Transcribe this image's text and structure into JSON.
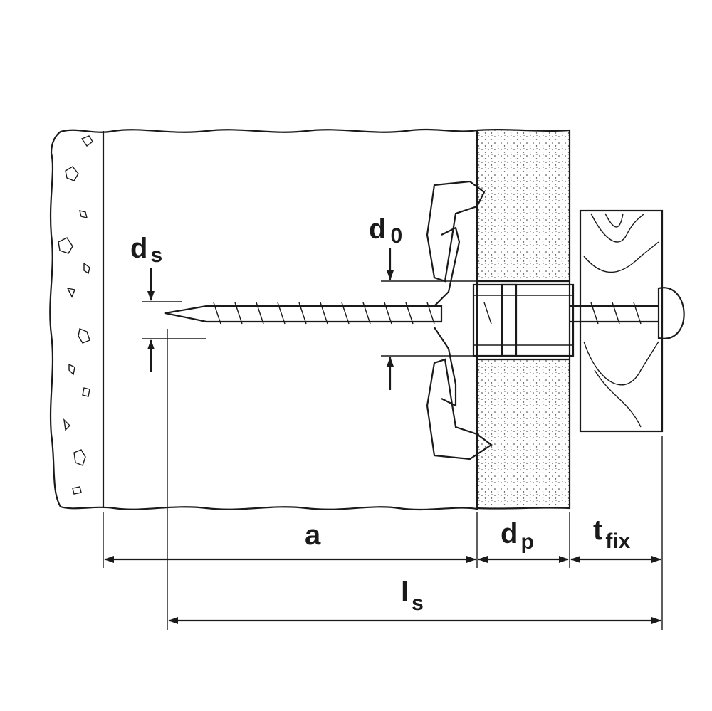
{
  "labels": {
    "ds": {
      "main": "d",
      "sub": "s"
    },
    "d0": {
      "main": "d",
      "sub": "0"
    },
    "a": {
      "main": "a"
    },
    "dp": {
      "main": "d",
      "sub": "p"
    },
    "tfix": {
      "main": "t",
      "sub": "fix"
    },
    "ls": {
      "main": "l",
      "sub": "s"
    }
  },
  "colors": {
    "line": "#1a1a1a",
    "background": "#ffffff"
  }
}
